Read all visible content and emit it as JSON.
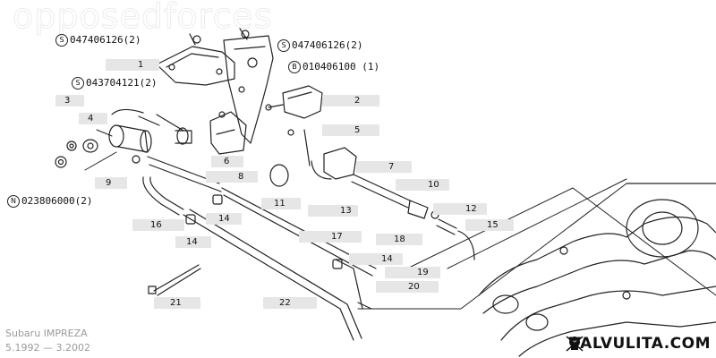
{
  "watermark": "opposedforces",
  "part_numbers": [
    {
      "id": "pn1",
      "prefix": "S",
      "code": "047406126(2)"
    },
    {
      "id": "pn2",
      "prefix": "S",
      "code": "047406126(2)"
    },
    {
      "id": "pn3",
      "prefix": "B",
      "code": "010406100 (1)"
    },
    {
      "id": "pn4",
      "prefix": "S",
      "code": "043704121(2)"
    },
    {
      "id": "pn5",
      "prefix": "N",
      "code": "023806000(2)"
    }
  ],
  "callouts": [
    "1",
    "2",
    "3",
    "4",
    "5",
    "6",
    "7",
    "8",
    "9",
    "10",
    "11",
    "12",
    "13",
    "14",
    "14",
    "14",
    "15",
    "16",
    "17",
    "18",
    "19",
    "20",
    "21",
    "22"
  ],
  "footer": {
    "model": "Subaru IMPREZA",
    "years": "5.1992 — 3.2002",
    "brand": "VALVULITA.COM"
  },
  "colors": {
    "line": "#222222",
    "callout_bg": "#e6e6e6",
    "footer_gray": "#9a9a9a"
  }
}
